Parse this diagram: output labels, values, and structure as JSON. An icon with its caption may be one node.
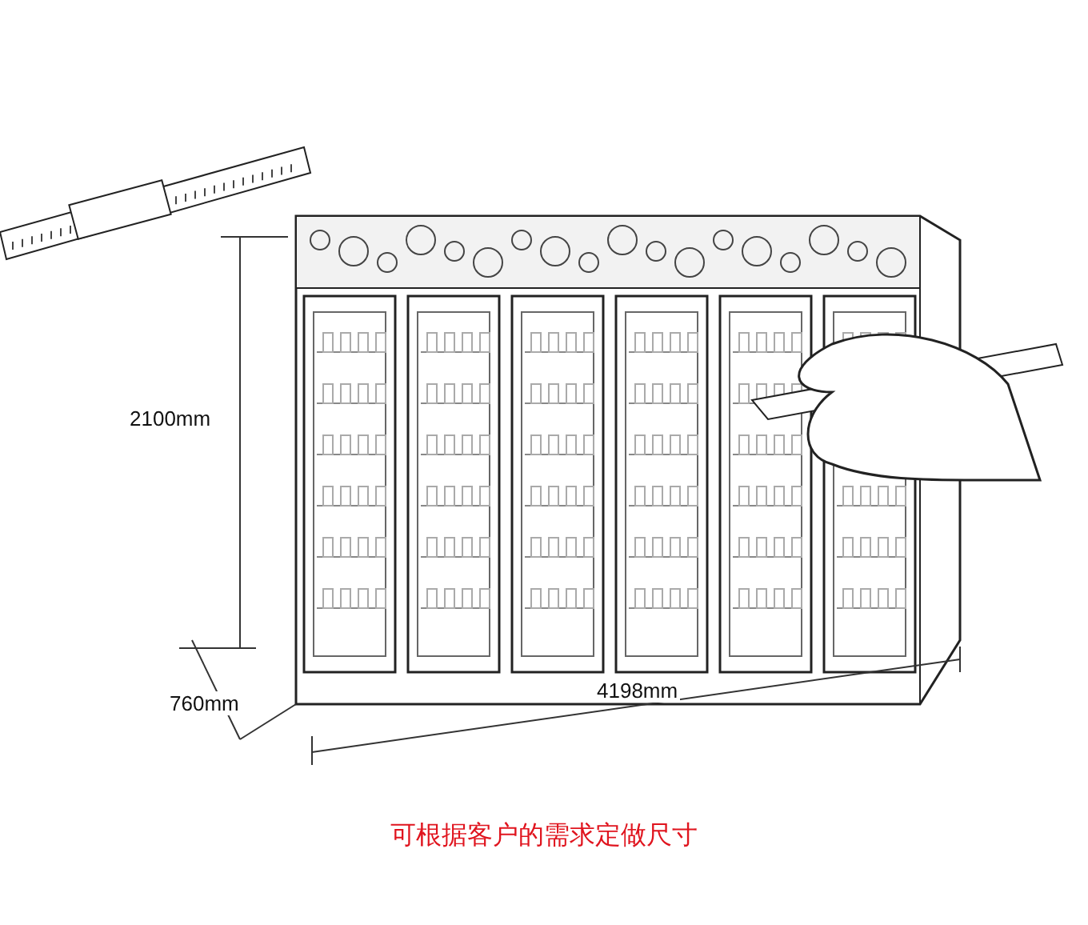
{
  "diagram": {
    "caption": "可根据客户的需求定做尺寸",
    "labels": [
      "2100mm",
      "760mm",
      "4198mm"
    ]
  }
}
